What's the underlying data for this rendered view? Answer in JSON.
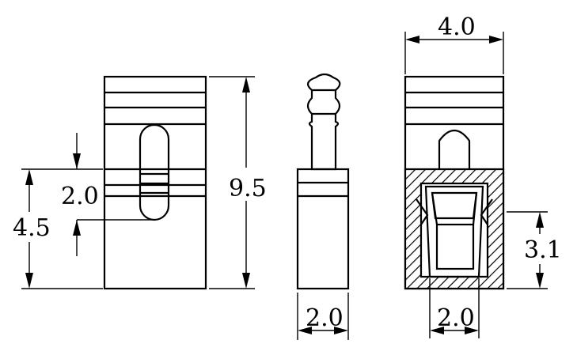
{
  "diagram": {
    "views": [
      "front-view",
      "side-view",
      "section-view"
    ],
    "dimensions": {
      "front_height_total": "9.5",
      "front_height_lower": "4.5",
      "front_slot_offset": "2.0",
      "side_width": "2.0",
      "section_width": "4.0",
      "section_inner_height": "3.1",
      "section_opening_width": "2.0"
    },
    "colors": {
      "line": "#000000",
      "background": "#ffffff"
    }
  }
}
